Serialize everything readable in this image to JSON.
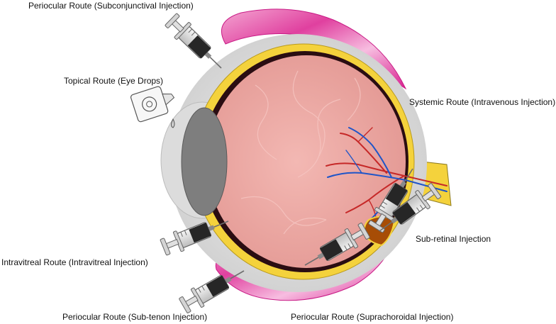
{
  "labels": {
    "periocular_subconjunctival": "Periocular Route (Subconjunctival Injection)",
    "topical": "Topical Route (Eye Drops)",
    "systemic": "Systemic Route (Intravenous Injection)",
    "subretinal": "Sub-retinal Injection",
    "intravitreal": "Intravitreal Route (Intravitreal Injection)",
    "periocular_subtenon": "Periocular Route (Sub-tenon Injection)",
    "periocular_suprachoroidal": "Periocular Route (Suprachoroidal Injection)"
  },
  "colors": {
    "muscle": "#e040a0",
    "sclera": "#f4d23c",
    "choroid": "#2a0d12",
    "retina": "#eda9a4",
    "lens": "#7e7e7e",
    "cornea": "#d9d9d9",
    "artery": "#c62828",
    "vein": "#1f55c8",
    "subretinal_bleb": "#a74d06"
  }
}
